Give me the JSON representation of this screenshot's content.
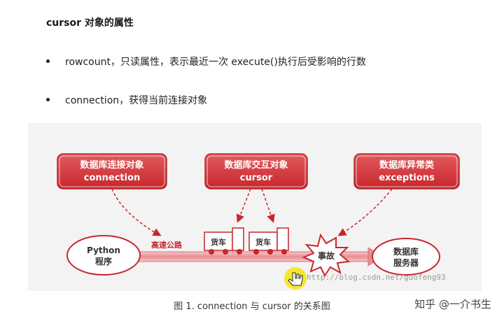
{
  "section": {
    "heading": "cursor 对象的属性",
    "bullets": [
      "rowcount，只读属性，表示最近一次 execute()执行后受影响的行数",
      "connection，获得当前连接对象"
    ]
  },
  "figure": {
    "boxes": {
      "connection_cn": "数据库连接对象",
      "connection_en": "connection",
      "cursor_cn": "数据库交互对象",
      "cursor_en": "cursor",
      "exceptions_cn": "数据库异常类",
      "exceptions_en": "exceptions"
    },
    "python_line1": "Python",
    "python_line2": "程序",
    "road_label": "高速公路",
    "truck1": "货车",
    "truck2": "货车",
    "accident": "事故",
    "server_line1": "数据库",
    "server_line2": "服务器",
    "watermark": "http://blog.csdn.net/guofeng93"
  },
  "caption": "图 1. connection 与 cursor 的关系图",
  "watermark_zhihu": "知乎 @一介书生",
  "colors": {
    "accent_red": "#d13a3f",
    "box_border": "#b82a2f"
  }
}
